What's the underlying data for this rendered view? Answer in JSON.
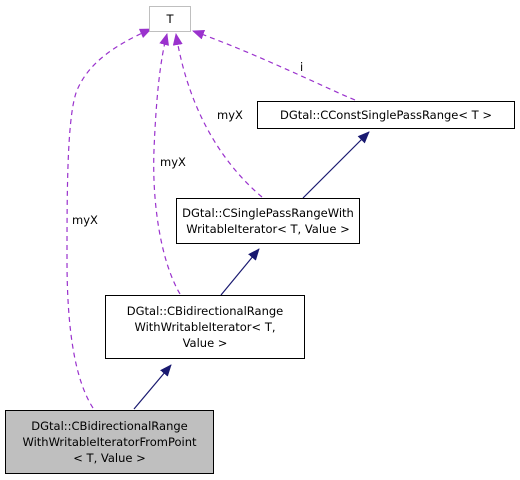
{
  "diagram": {
    "nodes": {
      "t": {
        "lines": [
          "T"
        ]
      },
      "const_single_pass": {
        "lines": [
          "DGtal::CConstSinglePassRange< T >"
        ]
      },
      "single_pass_writable": {
        "lines": [
          "DGtal::CSinglePassRangeWith",
          "WritableIterator< T, Value >"
        ]
      },
      "bidirectional_writable": {
        "lines": [
          "DGtal::CBidirectionalRange",
          "WithWritableIterator< T,",
          "Value >"
        ]
      },
      "bidirectional_from_point": {
        "lines": [
          "DGtal::CBidirectionalRange",
          "WithWritableIteratorFromPoint",
          "< T, Value >"
        ]
      }
    },
    "edge_labels": {
      "const_to_t": "i",
      "single_to_t": "myX",
      "bidir_to_t": "myX",
      "frompoint_to_t": "myX"
    },
    "colors": {
      "inheritance_edge": "#191970",
      "usage_edge": "#9a32cd",
      "focus_fill": "#bfbfbf",
      "template_border": "#bfbfbf"
    }
  }
}
